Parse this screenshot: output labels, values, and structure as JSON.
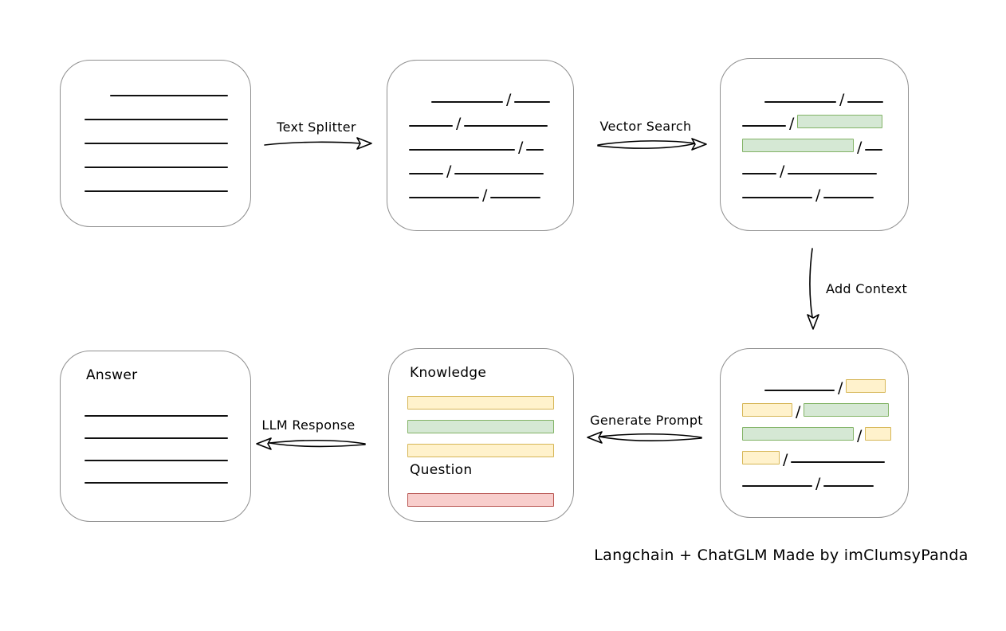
{
  "caption": "Langchain + ChatGLM Made by imClumsyPanda",
  "colors": {
    "line": "#111111",
    "box_border": "#8f8f8f",
    "green_fill": "#d5e8d4",
    "green_stroke": "#82b366",
    "yellow_fill": "#fff2cc",
    "yellow_stroke": "#d6b656",
    "red_fill": "#f8cecc",
    "red_stroke": "#b85450"
  },
  "arrows": {
    "text_splitter": {
      "label": "Text Splitter"
    },
    "vector_search": {
      "label": "Vector Search"
    },
    "add_context": {
      "label": "Add Context"
    },
    "generate_prompt": {
      "label": "Generate Prompt"
    },
    "llm_response": {
      "label": "LLM Response"
    }
  },
  "nodes": {
    "document": {
      "rows": [
        [
          {
            "t": "space",
            "w": 32
          },
          {
            "t": "line",
            "w": 148
          }
        ],
        [
          {
            "t": "line",
            "w": 180
          }
        ],
        [
          {
            "t": "line",
            "w": 180
          }
        ],
        [
          {
            "t": "line",
            "w": 180
          }
        ],
        [
          {
            "t": "line",
            "w": 180
          }
        ]
      ]
    },
    "chunks": {
      "rows": [
        [
          {
            "t": "space",
            "w": 28
          },
          {
            "t": "line",
            "w": 90
          },
          {
            "t": "slash"
          },
          {
            "t": "line",
            "w": 45
          }
        ],
        [
          {
            "t": "line",
            "w": 55
          },
          {
            "t": "slash"
          },
          {
            "t": "line",
            "w": 105
          }
        ],
        [
          {
            "t": "line",
            "w": 133
          },
          {
            "t": "slash"
          },
          {
            "t": "line",
            "w": 22
          }
        ],
        [
          {
            "t": "line",
            "w": 43
          },
          {
            "t": "slash"
          },
          {
            "t": "line",
            "w": 112
          }
        ],
        [
          {
            "t": "line",
            "w": 88
          },
          {
            "t": "slash"
          },
          {
            "t": "line",
            "w": 63
          }
        ]
      ]
    },
    "search_result": {
      "rows": [
        [
          {
            "t": "space",
            "w": 28
          },
          {
            "t": "line",
            "w": 90
          },
          {
            "t": "slash"
          },
          {
            "t": "line",
            "w": 45
          }
        ],
        [
          {
            "t": "line",
            "w": 55
          },
          {
            "t": "slash"
          },
          {
            "t": "green",
            "w": 105
          }
        ],
        [
          {
            "t": "green",
            "w": 138
          },
          {
            "t": "slash"
          },
          {
            "t": "line",
            "w": 22
          }
        ],
        [
          {
            "t": "line",
            "w": 43
          },
          {
            "t": "slash"
          },
          {
            "t": "line",
            "w": 112
          }
        ],
        [
          {
            "t": "line",
            "w": 88
          },
          {
            "t": "slash"
          },
          {
            "t": "line",
            "w": 63
          }
        ]
      ]
    },
    "context": {
      "rows": [
        [
          {
            "t": "space",
            "w": 28
          },
          {
            "t": "line",
            "w": 88
          },
          {
            "t": "slash"
          },
          {
            "t": "yellow",
            "w": 48
          }
        ],
        [
          {
            "t": "yellow",
            "w": 61
          },
          {
            "t": "slash"
          },
          {
            "t": "green",
            "w": 105
          }
        ],
        [
          {
            "t": "green",
            "w": 138
          },
          {
            "t": "slash"
          },
          {
            "t": "yellow",
            "w": 31
          }
        ],
        [
          {
            "t": "yellow",
            "w": 45
          },
          {
            "t": "slash"
          },
          {
            "t": "line",
            "w": 118
          }
        ],
        [
          {
            "t": "line",
            "w": 88
          },
          {
            "t": "slash"
          },
          {
            "t": "line",
            "w": 63
          }
        ]
      ]
    },
    "prompt": {
      "knowledge_label": "Knowledge",
      "question_label": "Question",
      "knowledge_rows": [
        [
          {
            "t": "yellow",
            "w": 182
          }
        ],
        [
          {
            "t": "green",
            "w": 182
          }
        ],
        [
          {
            "t": "yellow",
            "w": 182
          }
        ]
      ],
      "question_rows": [
        [
          {
            "t": "red",
            "w": 182
          }
        ]
      ]
    },
    "answer": {
      "label": "Answer",
      "rows": [
        [
          {
            "t": "line",
            "w": 180
          }
        ],
        [
          {
            "t": "line",
            "w": 180
          }
        ],
        [
          {
            "t": "line",
            "w": 180
          }
        ],
        [
          {
            "t": "line",
            "w": 180
          }
        ]
      ]
    }
  }
}
